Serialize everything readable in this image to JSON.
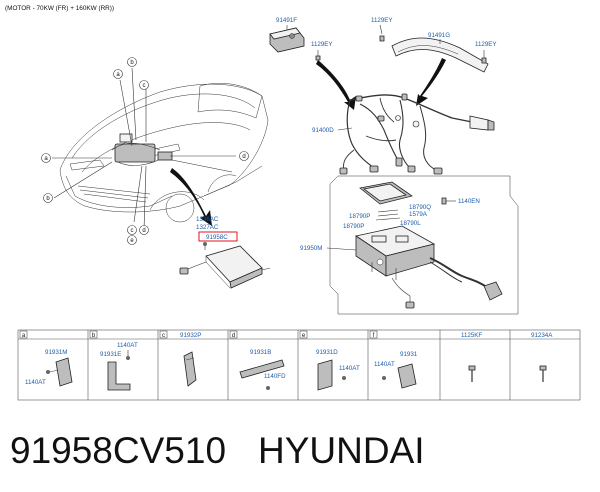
{
  "header_note": "(MOTOR - 70KW (FR) + 160KW (RR))",
  "callouts": {
    "car": [
      "a",
      "b",
      "c",
      "d",
      "a",
      "b",
      "c",
      "d",
      "e"
    ],
    "car_parts": [
      "1336AC",
      "1327AC",
      "91958C"
    ],
    "connector_top": [
      "91491F",
      "1129EY",
      "1129EY",
      "91491G",
      "1129EY"
    ],
    "harness": [
      "91400D"
    ],
    "ecu_box": [
      "18790Q",
      "1579A",
      "18790L",
      "18790P",
      "18790P",
      "1140EN",
      "91950M"
    ]
  },
  "table": {
    "headers": [
      {
        "letter": "a",
        "code": ""
      },
      {
        "letter": "b",
        "code": ""
      },
      {
        "letter": "c",
        "code": "91932P"
      },
      {
        "letter": "d",
        "code": ""
      },
      {
        "letter": "e",
        "code": ""
      },
      {
        "letter": "f",
        "code": ""
      },
      {
        "letter": "",
        "code": "1125KF"
      },
      {
        "letter": "",
        "code": "91234A"
      }
    ],
    "cells": [
      [
        "91931M",
        "1140AT"
      ],
      [
        "1140AT",
        "91931E"
      ],
      [],
      [
        "91931B",
        "1140FD"
      ],
      [
        "91931D",
        "1140AT"
      ],
      [
        "1140AT",
        "91931"
      ],
      [],
      []
    ]
  },
  "caption": {
    "part_number": "91958CV510",
    "brand": "HYUNDAI"
  }
}
